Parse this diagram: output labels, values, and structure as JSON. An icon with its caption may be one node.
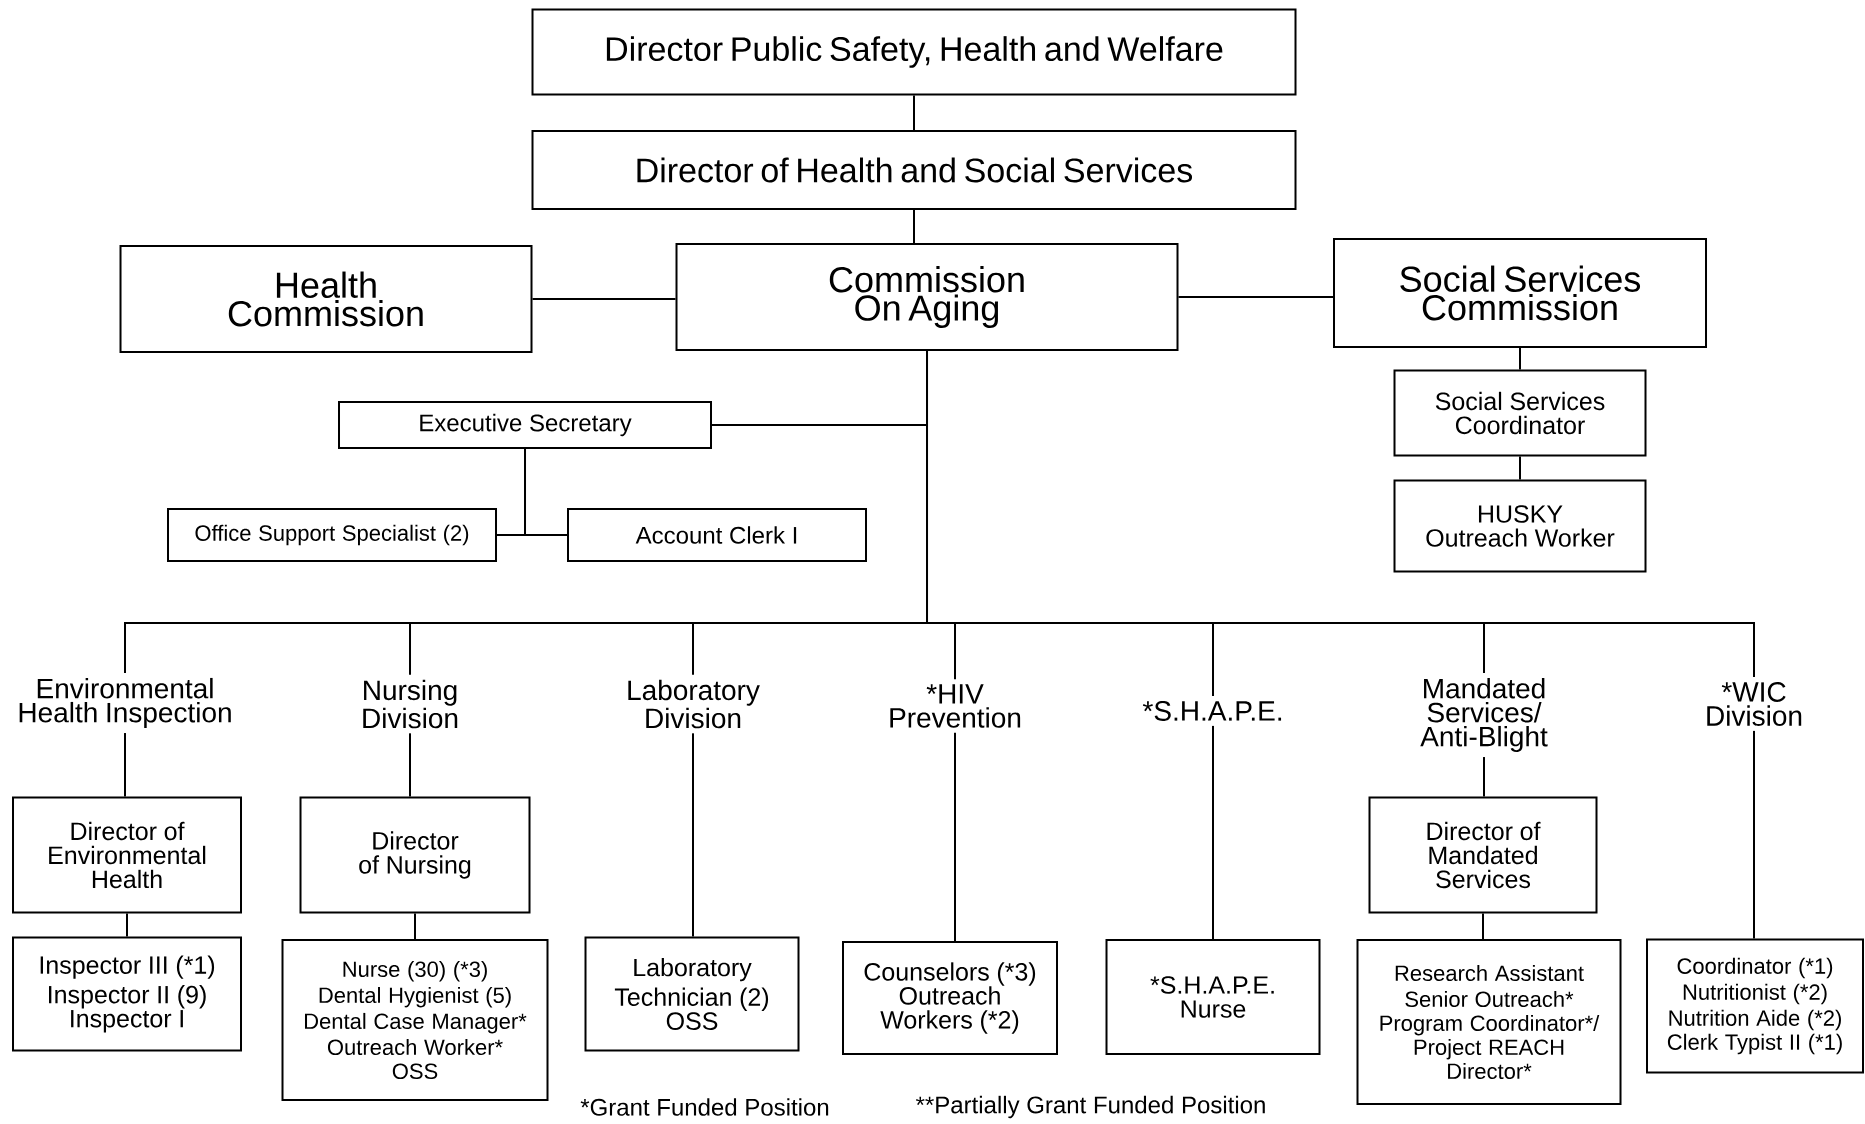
{
  "diagram": {
    "nodes": [
      {
        "text": [
          "Director Public Safety, Health and Welfare"
        ]
      },
      {
        "text": [
          "Director of Health and Social Services"
        ]
      },
      {
        "text": [
          "Health Commission"
        ]
      },
      {
        "text": [
          "Commission On Aging"
        ]
      },
      {
        "text": [
          "Social Services Commission"
        ]
      },
      {
        "text": [
          "Social Services Coordinator"
        ]
      },
      {
        "text": [
          "HUSKY Outreach Worker"
        ]
      },
      {
        "text": [
          "Executive Secretary"
        ]
      },
      {
        "text": [
          "Office Support Specialist (2)"
        ]
      },
      {
        "text": [
          "Account Clerk I"
        ]
      },
      {
        "text": [
          "Environmental Health Inspection"
        ]
      },
      {
        "text": [
          "Director of Environmental Health"
        ]
      },
      {
        "text": [
          "Inspector III (*1)",
          "Inspector II (9)",
          "Inspector I"
        ]
      },
      {
        "text": [
          "Nursing Division"
        ]
      },
      {
        "text": [
          "Director of Nursing"
        ]
      },
      {
        "text": [
          "Nurse (30) (*3)",
          "Dental Hygienist (5)",
          "Dental Case Manager*",
          "Outreach Worker*",
          "OSS"
        ]
      },
      {
        "text": [
          "Laboratory Division"
        ]
      },
      {
        "text": [
          "Laboratory Technician (2)",
          "OSS"
        ]
      },
      {
        "text": [
          "*HIV Prevention"
        ]
      },
      {
        "text": [
          "Counselors (*3)",
          "Outreach Workers (*2)"
        ]
      },
      {
        "text": [
          "*S.H.A.P.E."
        ]
      },
      {
        "text": [
          "*S.H.A.P.E. Nurse"
        ]
      },
      {
        "text": [
          "Mandated Services/ Anti-Blight"
        ]
      },
      {
        "text": [
          "Director of Mandated Services"
        ]
      },
      {
        "text": [
          "Research Assistant",
          "Senior Outreach*",
          "Program Coordinator*/ Project REACH Director*"
        ]
      },
      {
        "text": [
          "*WIC Division"
        ]
      },
      {
        "text": [
          "Coordinator (*1)",
          "Nutritionist (*2)",
          "Nutrition Aide (*2)",
          "Clerk Typist II (*1)"
        ]
      }
    ],
    "edges": [
      {
        "from": 0,
        "to": 1,
        "arrow": "none"
      },
      {
        "from": 1,
        "to": 3,
        "arrow": "none"
      },
      {
        "from": 2,
        "to": 3,
        "arrow": "none"
      },
      {
        "from": 3,
        "to": 4,
        "arrow": "none"
      },
      {
        "from": 4,
        "to": 5,
        "arrow": "none"
      },
      {
        "from": 5,
        "to": 6,
        "arrow": "none"
      },
      {
        "from": 3,
        "to": 7,
        "arrow": "none"
      },
      {
        "from": 7,
        "to": 8,
        "arrow": "none"
      },
      {
        "from": 7,
        "to": 9,
        "arrow": "none"
      },
      {
        "from": 3,
        "to": 10,
        "arrow": "none"
      },
      {
        "from": 3,
        "to": 13,
        "arrow": "none"
      },
      {
        "from": 3,
        "to": 16,
        "arrow": "none"
      },
      {
        "from": 3,
        "to": 18,
        "arrow": "none"
      },
      {
        "from": 3,
        "to": 20,
        "arrow": "none"
      },
      {
        "from": 3,
        "to": 22,
        "arrow": "none"
      },
      {
        "from": 3,
        "to": 25,
        "arrow": "none"
      },
      {
        "from": 10,
        "to": 11,
        "arrow": "none"
      },
      {
        "from": 11,
        "to": 12,
        "arrow": "none"
      },
      {
        "from": 13,
        "to": 14,
        "arrow": "none"
      },
      {
        "from": 14,
        "to": 15,
        "arrow": "none"
      },
      {
        "from": 16,
        "to": 17,
        "arrow": "none"
      },
      {
        "from": 18,
        "to": 19,
        "arrow": "none"
      },
      {
        "from": 20,
        "to": 21,
        "arrow": "none"
      },
      {
        "from": 22,
        "to": 23,
        "arrow": "none"
      },
      {
        "from": 23,
        "to": 24,
        "arrow": "none"
      },
      {
        "from": 25,
        "to": 26,
        "arrow": "none"
      }
    ],
    "labels": [
      "*Grant Funded Position",
      "**Partially Grant Funded Position"
    ]
  }
}
